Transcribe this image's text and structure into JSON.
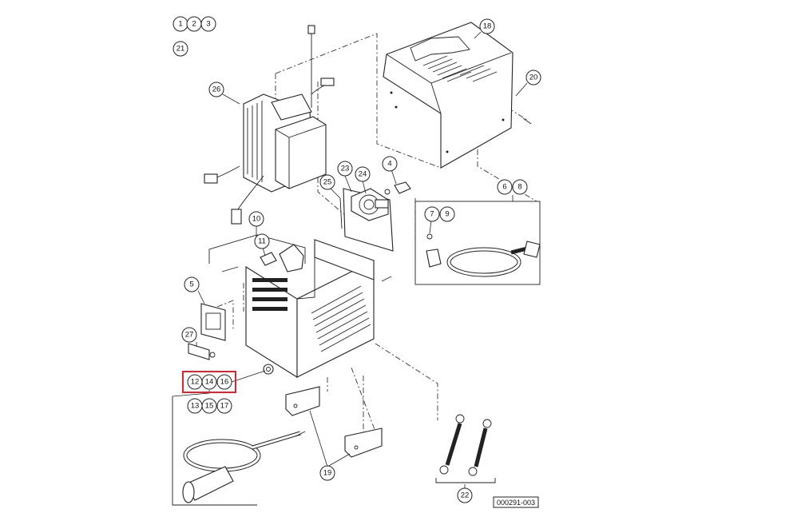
{
  "diagram": {
    "reference_code": "000291-003",
    "highlight_color": "#e0242f",
    "callouts": {
      "c1": "1",
      "c2": "2",
      "c3": "3",
      "c21": "21",
      "c26": "26",
      "c18": "18",
      "c20": "20",
      "c23": "23",
      "c24": "24",
      "c4": "4",
      "c25": "25",
      "c6": "6",
      "c8": "8",
      "c7": "7",
      "c9": "9",
      "c10": "10",
      "c11": "11",
      "c5": "5",
      "c27": "27",
      "c12": "12",
      "c14": "14",
      "c16": "16",
      "c13": "13",
      "c15": "15",
      "c17": "17",
      "c19": "19",
      "c22": "22"
    },
    "highlighted_callouts": [
      "12",
      "14",
      "16"
    ]
  }
}
